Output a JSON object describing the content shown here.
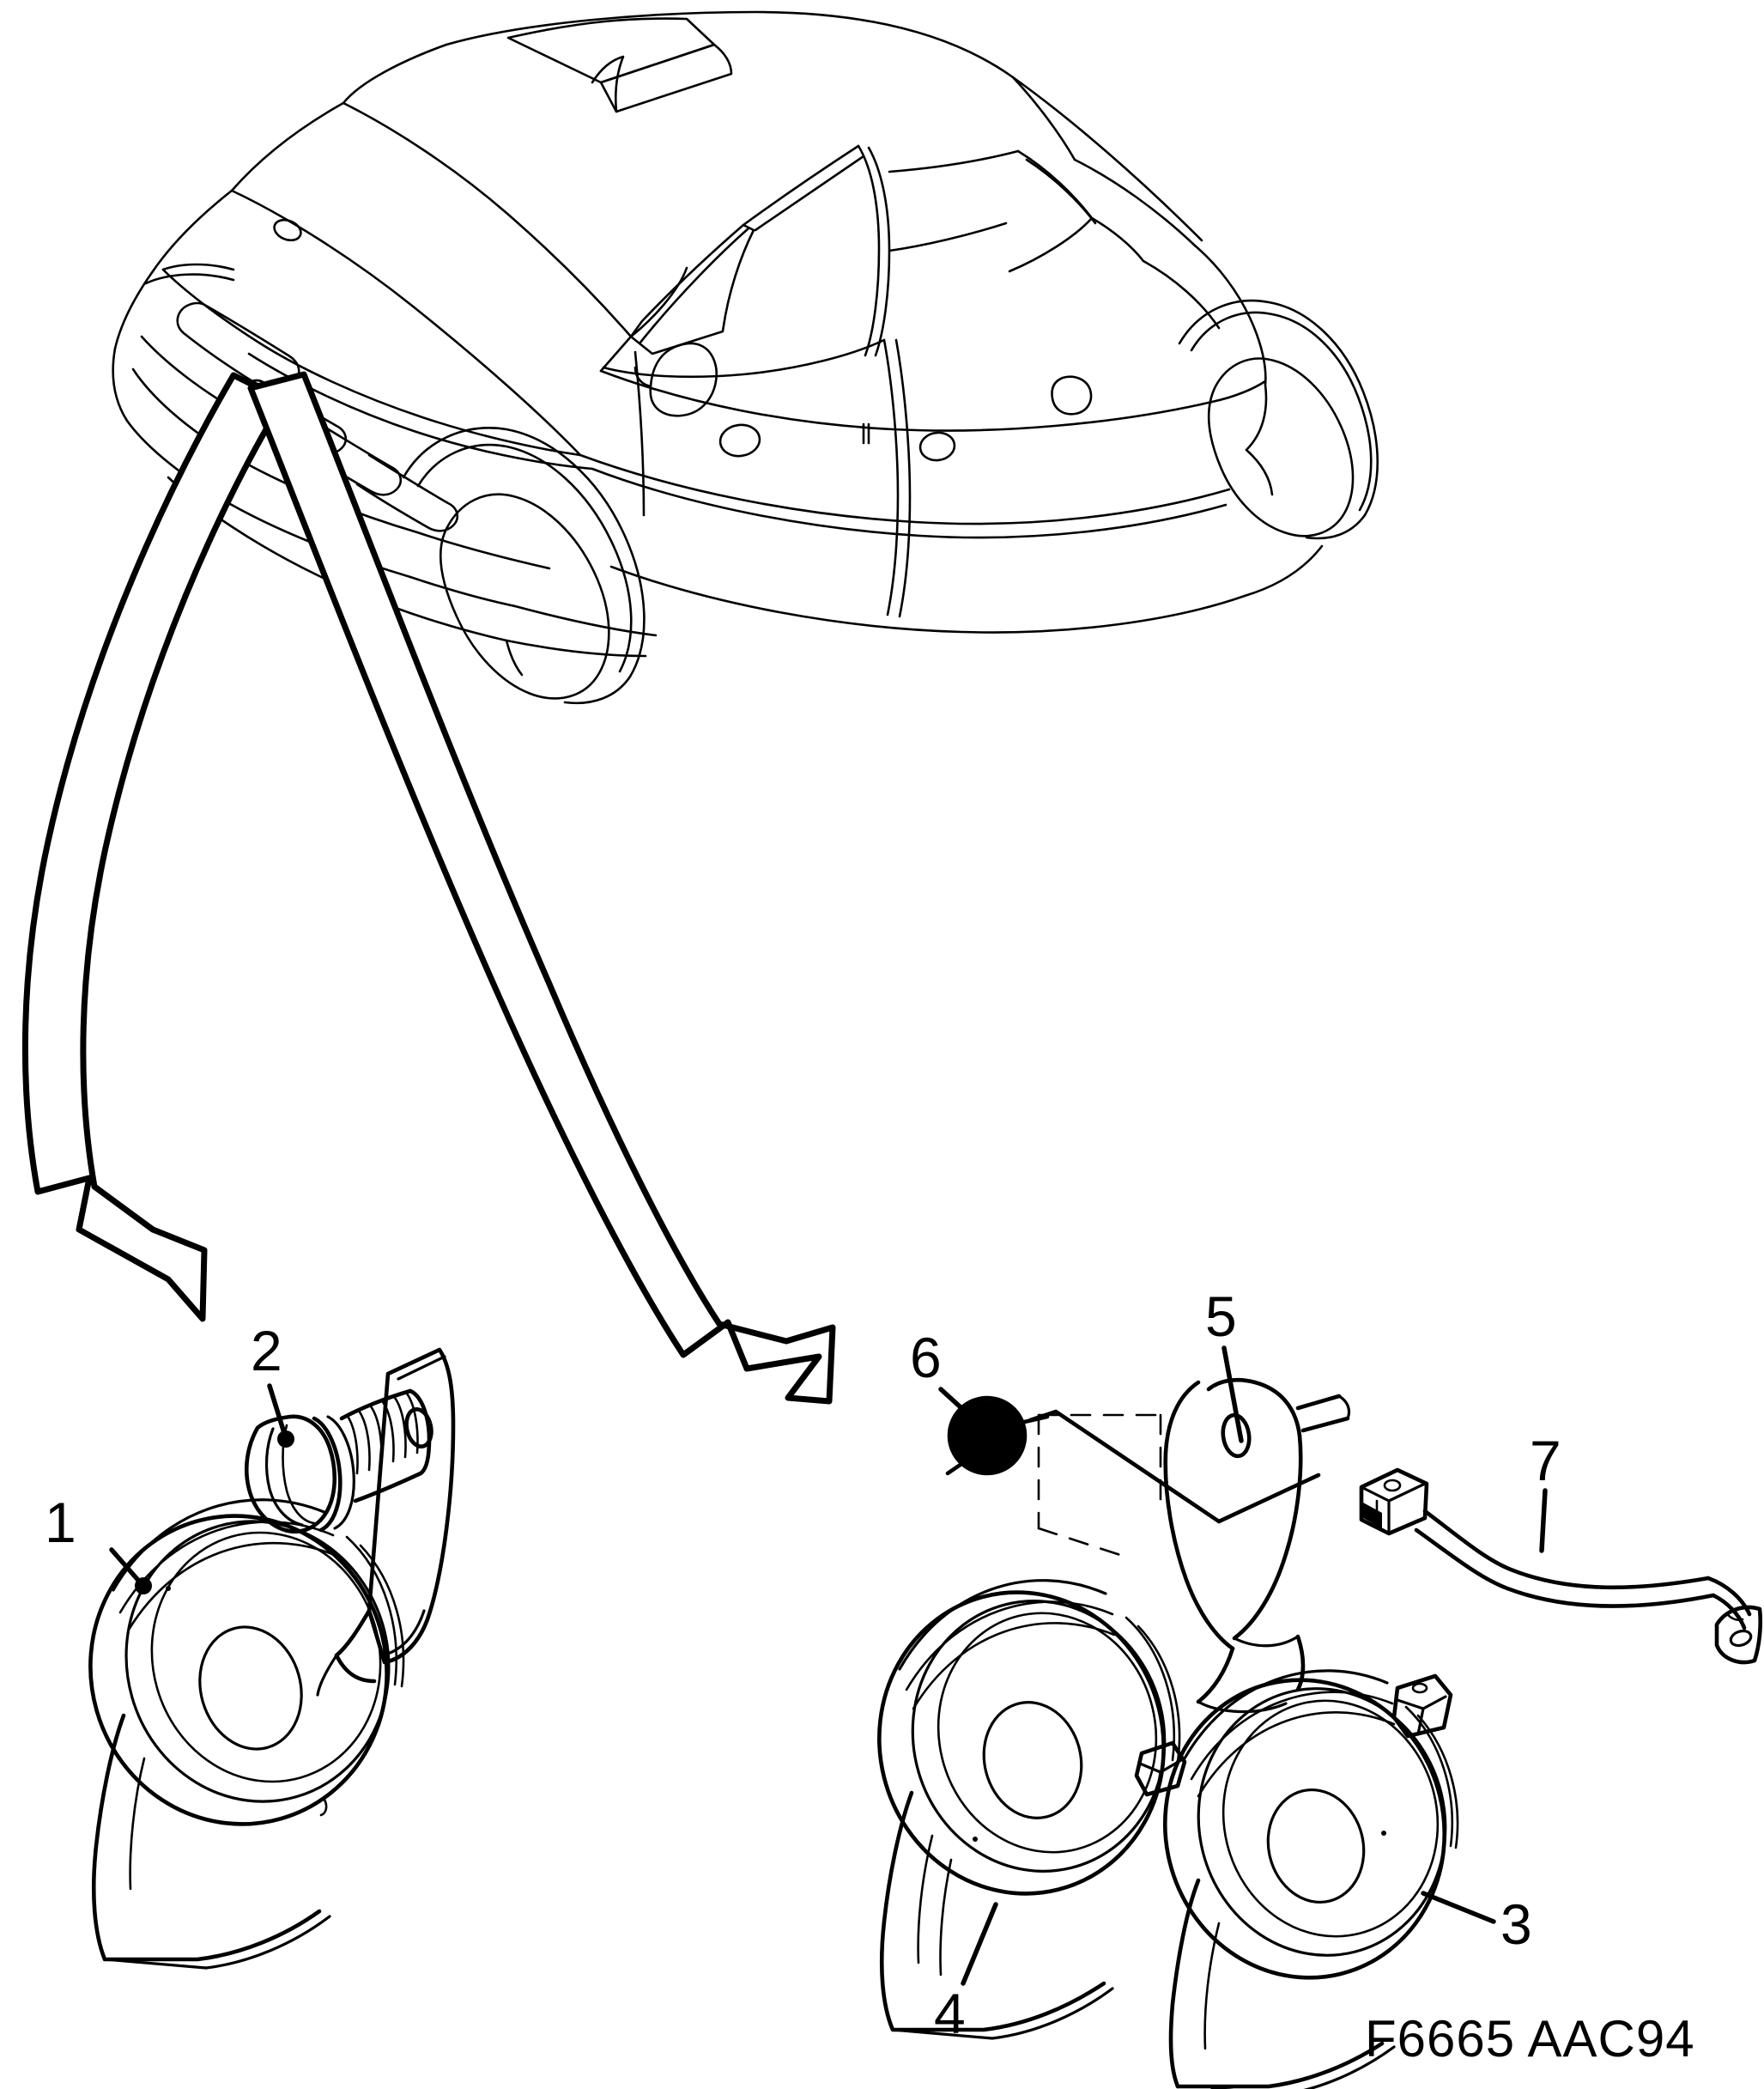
{
  "document": {
    "type": "spare-parts-illustration",
    "subject": "Saab 5-door hatchback — horn assembly",
    "figure_code": "F6665 AAC94",
    "background_color": "#ffffff",
    "line_color": "#000000"
  },
  "vehicle": {
    "name": "saab-900-9-3-five-door-hatchback",
    "view": "front-three-quarter-left",
    "features": [
      "bonnet",
      "grille",
      "headlamp",
      "windscreen",
      "sunroof",
      "door-mirror",
      "front-wheel",
      "rear-wheel",
      "fuel-filler"
    ]
  },
  "arrows": [
    {
      "name": "arrow-to-left-horn",
      "style": "hollow-outline",
      "from": "front-grille",
      "to": "horn-detail-left"
    },
    {
      "name": "arrow-to-right-horn",
      "style": "hollow-outline",
      "from": "front-grille",
      "to": "horn-detail-right"
    }
  ],
  "callouts": [
    {
      "number": "1",
      "part": "horn",
      "group": "left-detail"
    },
    {
      "number": "2",
      "part": "flange-bolt",
      "group": "left-detail"
    },
    {
      "number": "3",
      "part": "horn-high-tone",
      "group": "right-detail"
    },
    {
      "number": "4",
      "part": "horn-low-tone",
      "group": "right-detail"
    },
    {
      "number": "5",
      "part": "mounting-bracket",
      "group": "right-detail"
    },
    {
      "number": "6",
      "part": "flange-nut",
      "group": "right-detail"
    },
    {
      "number": "7",
      "part": "wiring-harness",
      "group": "right-detail"
    }
  ],
  "footer": {
    "code": "F6665 AAC94"
  }
}
